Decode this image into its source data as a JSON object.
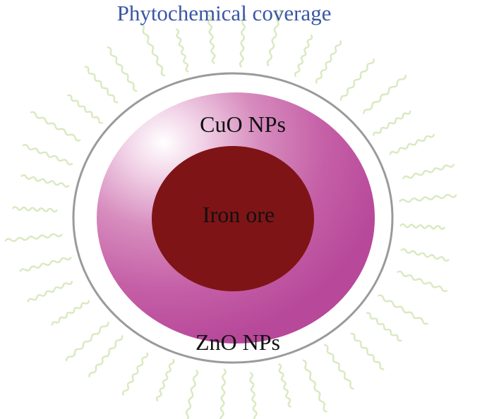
{
  "title": "Phytochemical coverage",
  "layers": {
    "outer_shell": "ZnO NPs",
    "middle_shell": "CuO NPs",
    "core": "Iron ore"
  },
  "colors": {
    "title": "#3b56a3",
    "core": "#7f1416",
    "shell_pink": "#b74797",
    "outer_ring": "#9a9a9a",
    "squiggle": "#d9e9c0"
  },
  "icons": [
    "phytochemical-strand"
  ]
}
